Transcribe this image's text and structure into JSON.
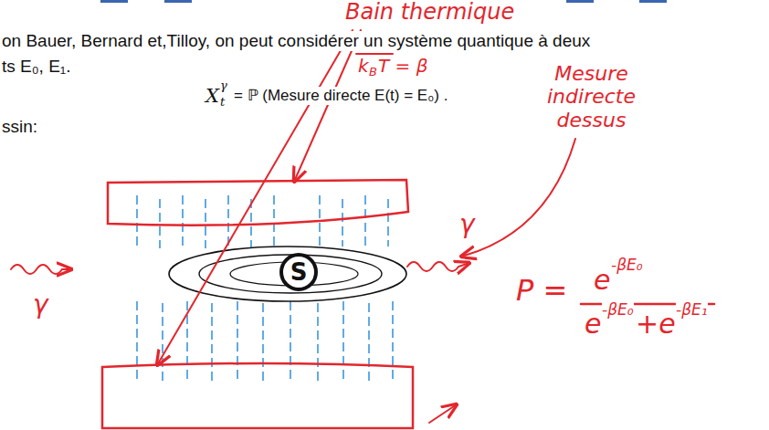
{
  "diagram": {
    "nodes": [
      {
        "text": [
          "S"
        ]
      }
    ],
    "labels": [
      "Bain thermique",
      "on Bauer, Bernard et,Tilloy, on peut considérer un système quantique à deux",
      "k",
      "B",
      "T = β",
      "ts E₀, E₁.",
      "X",
      "γ",
      "t",
      "= ℙ (Mesure directe E(t) = E₀) .",
      "ssin:",
      "Mesure indirecte dessus",
      "γ",
      "γ",
      "P =",
      "e",
      "-βE₀",
      "e",
      "-βE₀",
      "+e",
      "-βE₁"
    ]
  }
}
